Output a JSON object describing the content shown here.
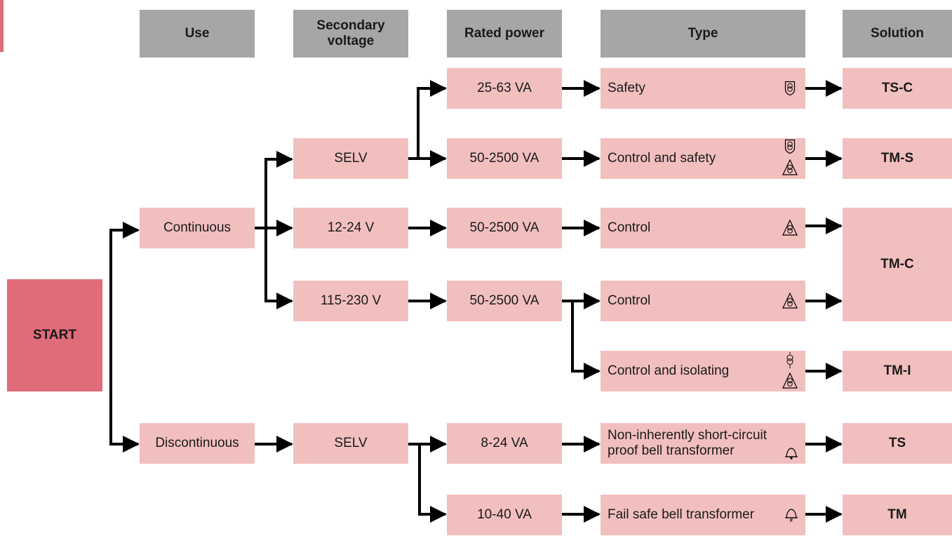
{
  "headers": {
    "use": "Use",
    "secondary_voltage": "Secondary\nvoltage",
    "rated_power": "Rated power",
    "type": "Type",
    "solution": "Solution"
  },
  "start": "START",
  "use": {
    "continuous": "Continuous",
    "discontinuous": "Discontinuous"
  },
  "secondary_voltage": {
    "selv_continuous": "SELV",
    "v12_24": "12-24 V",
    "v115_230": "115-230 V",
    "selv_discontinuous": "SELV"
  },
  "rated_power": {
    "p25_63": "25-63 VA",
    "p50_2500_selv": "50-2500 VA",
    "p50_2500_12_24": "50-2500 VA",
    "p50_2500_115_230": "50-2500 VA",
    "p8_24": "8-24 VA",
    "p10_40": "10-40 VA"
  },
  "type": {
    "safety": "Safety",
    "control_and_safety": "Control and safety",
    "control_1": "Control",
    "control_2": "Control",
    "control_and_isolating": "Control and isolating",
    "non_inherent_bell": "Non-inherently short-circuit\nproof bell transformer",
    "fail_safe_bell": "Fail safe bell transformer"
  },
  "solution": {
    "ts_c": "TS-C",
    "tm_s": "TM-S",
    "tm_c": "TM-C",
    "tm_i": "TM-I",
    "ts": "TS",
    "tm": "TM"
  },
  "icons": {
    "safety": "safety-transformer-symbol",
    "control": "control-transformer-symbol",
    "isolating": "isolating-transformer-symbol",
    "bell": "bell-transformer-symbol",
    "fail_safe_bell": "fail-safe-bell-transformer-symbol"
  },
  "colors": {
    "header_bg": "#a6a6a6",
    "box_bg": "#f2bfbf",
    "start_bg": "#e06b79",
    "line": "#000000"
  }
}
